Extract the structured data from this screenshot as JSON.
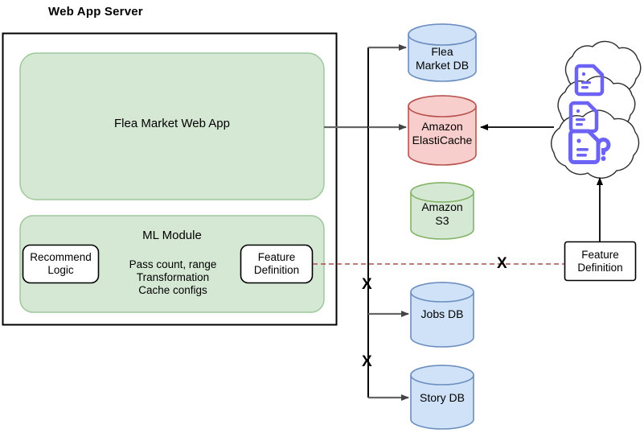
{
  "diagram": {
    "title": "Web App Server",
    "containers": {
      "server_box": {
        "name": "Web App Server"
      },
      "web_app": {
        "label": "Flea Market Web App"
      },
      "ml_module": {
        "label": "ML Module",
        "notes": "Pass count, range\nTransformation\nCache configs",
        "recommend_logic": "Recommend\nLogic",
        "feature_definition": "Feature\nDefinition"
      }
    },
    "datastores": [
      {
        "id": "flea-market-db",
        "label": "Flea\nMarket DB",
        "fill": "#cfe2f7",
        "stroke": "#6c8ebf"
      },
      {
        "id": "amazon-elasticache",
        "label": "Amazon\nElastiCache",
        "fill": "#f8cecc",
        "stroke": "#b85450"
      },
      {
        "id": "amazon-s3",
        "label": "Amazon\nS3",
        "fill": "#d5e8d4",
        "stroke": "#82b366"
      },
      {
        "id": "jobs-db",
        "label": "Jobs DB",
        "fill": "#cfe2f7",
        "stroke": "#6c8ebf"
      },
      {
        "id": "story-db",
        "label": "Story DB",
        "fill": "#cfe2f7",
        "stroke": "#6c8ebf"
      }
    ],
    "cloud": {
      "icon": "document-question-icon",
      "icon_count": 3,
      "icon_color": "#6c63f5"
    },
    "external_feature_definition": {
      "label": "Feature\nDefinition"
    },
    "x_marks": [
      {
        "id": "x-dashed-feature-link",
        "glyph": "X"
      },
      {
        "id": "x-jobs-db-link",
        "glyph": "X"
      },
      {
        "id": "x-story-db-link",
        "glyph": "X"
      }
    ],
    "colors": {
      "green_fill": "#d5e8d4",
      "green_stroke": "#82b366",
      "arrow_gray": "#666666",
      "arrow_black": "#000000",
      "dashed_red": "#a9504a",
      "box_border": "#000000"
    }
  }
}
